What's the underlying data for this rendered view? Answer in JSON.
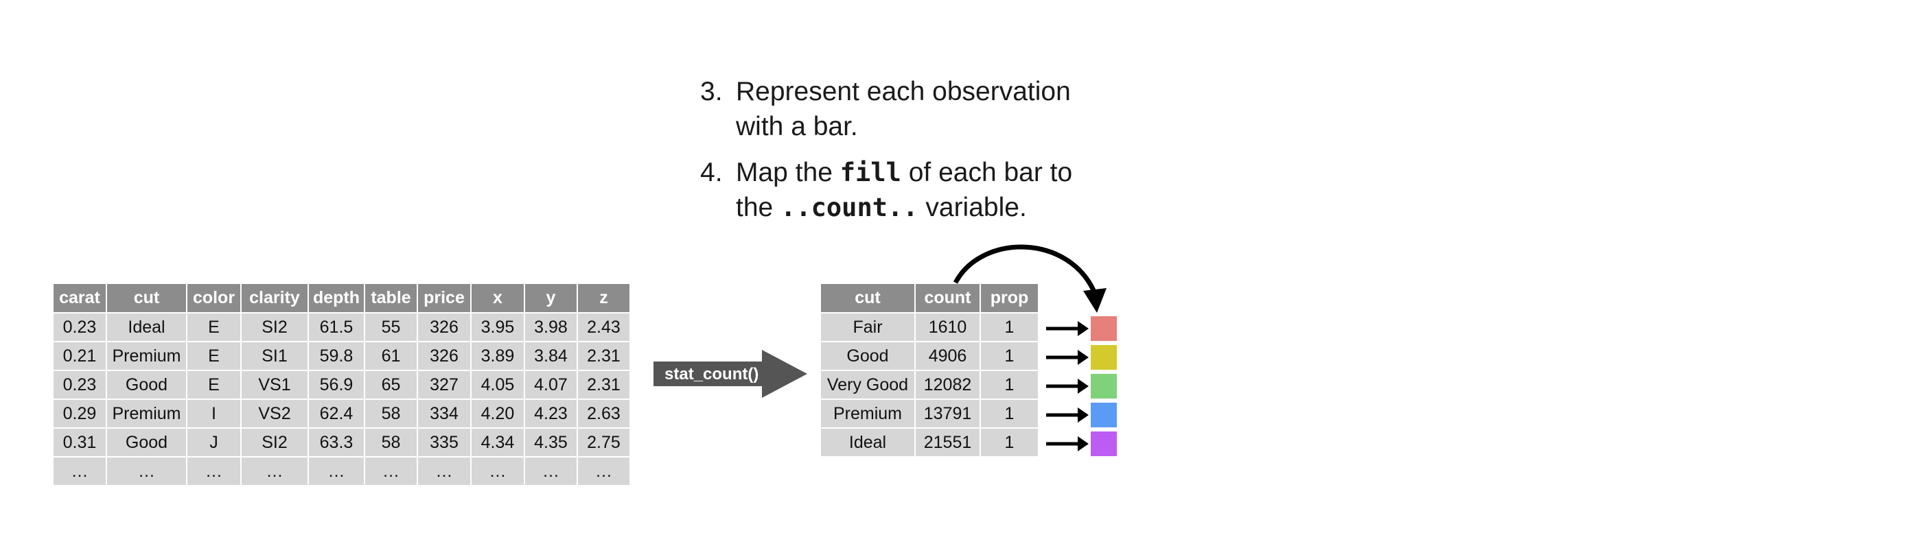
{
  "steps": [
    {
      "number": "3.",
      "line1": "Represent each observation",
      "line2": "with a bar."
    },
    {
      "number": "4.",
      "line1_pre": "Map the ",
      "line1_code": "fill",
      "line1_post": " of each bar to",
      "line2_pre": "the ",
      "line2_code": "..count..",
      "line2_post": " variable."
    }
  ],
  "diamonds_table": {
    "headers": [
      "carat",
      "cut",
      "color",
      "clarity",
      "depth",
      "table",
      "price",
      "x",
      "y",
      "z"
    ],
    "rows": [
      [
        "0.23",
        "Ideal",
        "E",
        "SI2",
        "61.5",
        "55",
        "326",
        "3.95",
        "3.98",
        "2.43"
      ],
      [
        "0.21",
        "Premium",
        "E",
        "SI1",
        "59.8",
        "61",
        "326",
        "3.89",
        "3.84",
        "2.31"
      ],
      [
        "0.23",
        "Good",
        "E",
        "VS1",
        "56.9",
        "65",
        "327",
        "4.05",
        "4.07",
        "2.31"
      ],
      [
        "0.29",
        "Premium",
        "I",
        "VS2",
        "62.4",
        "58",
        "334",
        "4.20",
        "4.23",
        "2.63"
      ],
      [
        "0.31",
        "Good",
        "J",
        "SI2",
        "63.3",
        "58",
        "335",
        "4.34",
        "4.35",
        "2.75"
      ],
      [
        "…",
        "…",
        "…",
        "…",
        "…",
        "…",
        "…",
        "…",
        "…",
        "…"
      ]
    ]
  },
  "stat_arrow": {
    "label": "stat_count()",
    "color": "#555555"
  },
  "summary_table": {
    "headers": [
      "cut",
      "count",
      "prop"
    ],
    "rows": [
      [
        "Fair",
        "1610",
        "1"
      ],
      [
        "Good",
        "4906",
        "1"
      ],
      [
        "Very Good",
        "12082",
        "1"
      ],
      [
        "Premium",
        "13791",
        "1"
      ],
      [
        "Ideal",
        "21551",
        "1"
      ]
    ]
  },
  "fill_swatches": [
    {
      "cut": "Fair",
      "color": "#E7807A"
    },
    {
      "cut": "Good",
      "color": "#D3CB2E"
    },
    {
      "cut": "Very Good",
      "color": "#7FD27A"
    },
    {
      "cut": "Premium",
      "color": "#5A9BF6"
    },
    {
      "cut": "Ideal",
      "color": "#BD5CF2"
    }
  ],
  "colors": {
    "header_bg": "#8c8c8c",
    "cell_bg": "#d6d6d6",
    "arrow": "#000000"
  }
}
